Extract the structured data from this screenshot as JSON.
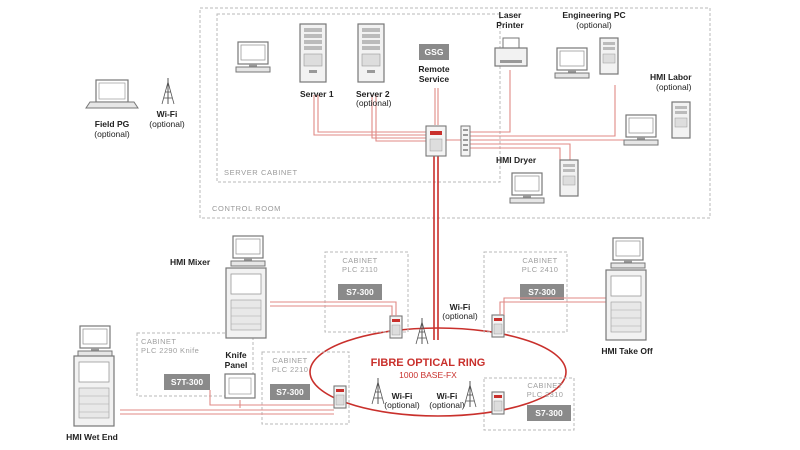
{
  "colors": {
    "red": "#c9302c",
    "line": "#e08a86",
    "gray": "#7a7a7a",
    "dash": "#b8b8b8"
  },
  "zones": {
    "control_room": "CONTROL ROOM",
    "server_cabinet": "SERVER CABINET"
  },
  "devices": {
    "server1": "Server 1",
    "server2": "Server 2",
    "server2_opt": "(optional)",
    "gsg": "GSG",
    "remote1": "Remote",
    "remote2": "Service",
    "laser1": "Laser",
    "laser2": "Printer",
    "eng": "Engineering PC",
    "eng_opt": "(optional)",
    "hmi_labor": "HMI Labor",
    "hmi_labor_opt": "(optional)",
    "hmi_dryer": "HMI Dryer",
    "field_pg": "Field PG",
    "field_pg_opt": "(optional)",
    "wifi_top": "Wi-Fi",
    "wifi_top_opt": "(optional)",
    "hmi_mixer": "HMI Mixer",
    "hmi_takeoff": "HMI Take Off",
    "hmi_wetend": "HMI Wet End",
    "knife1": "Knife",
    "knife2": "Panel"
  },
  "cabinets": [
    {
      "id": "plc2110",
      "title": "CABINET",
      "name": "PLC 2110",
      "module": "S7-300"
    },
    {
      "id": "plc2410",
      "title": "CABINET",
      "name": "PLC 2410",
      "module": "S7-300"
    },
    {
      "id": "plc2290",
      "title": "CABINET",
      "name": "PLC 2290 Knife",
      "module": "S7T-300"
    },
    {
      "id": "plc2210",
      "title": "CABINET",
      "name": "PLC 2210",
      "module": "S7-300"
    },
    {
      "id": "plc2310",
      "title": "CABINET",
      "name": "PLC 2310",
      "module": "S7-300"
    }
  ],
  "ring": {
    "title": "FIBRE OPTICAL RING",
    "subtitle": "1000 BASE-FX"
  },
  "wifi_labels": [
    {
      "id": "w1",
      "name": "Wi-Fi",
      "opt": "(optional)"
    },
    {
      "id": "w2",
      "name": "Wi-Fi",
      "opt": "(optional)"
    },
    {
      "id": "w3",
      "name": "Wi-Fi",
      "opt": "(optional)"
    }
  ]
}
